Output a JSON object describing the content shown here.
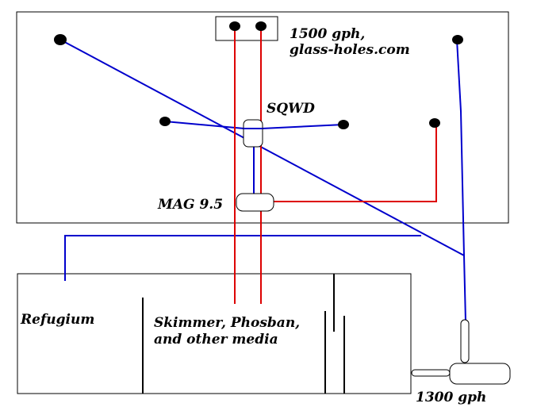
{
  "labels": {
    "gph_1500_line1": "1500 gph,",
    "gph_1500_line2": "glass-holes.com",
    "sqwd": "SQWD",
    "mag": "MAG 9.5",
    "refugium": "Refugium",
    "media_line1": "Skimmer, Phosban,",
    "media_line2": "and other media",
    "gph_1300": "1300 gph"
  },
  "colors": {
    "blue_line": "#0000cc",
    "red_line": "#dd0000",
    "outline": "#000000"
  }
}
